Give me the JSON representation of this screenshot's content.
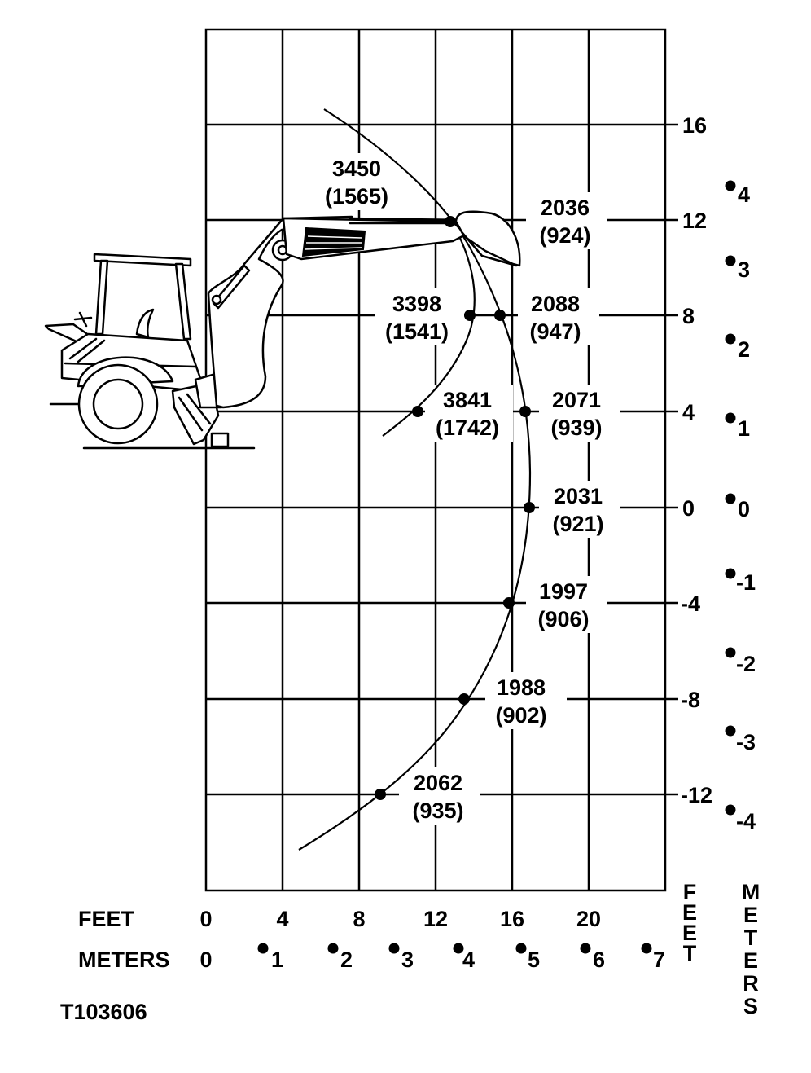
{
  "feet_axis": {
    "label": "FEET",
    "ticks": [
      "0",
      "4",
      "8",
      "12",
      "16",
      "20"
    ]
  },
  "meters_axis": {
    "label": "METERS",
    "zero": "0",
    "ticks": [
      "1",
      "2",
      "3",
      "4",
      "5",
      "6",
      "7"
    ]
  },
  "height_feet_ticks": [
    "16",
    "12",
    "8",
    "4",
    "0",
    "-4",
    "-8",
    "-12"
  ],
  "height_meters_ticks": [
    "4",
    "3",
    "2",
    "1",
    "0",
    "-1",
    "-2",
    "-3",
    "-4"
  ],
  "vertical_feet_label": "FEET",
  "vertical_meters_label": "METERS",
  "figure_id": "T103606",
  "capacity_points": [
    {
      "lbs": "3450",
      "kg": "(1565)"
    },
    {
      "lbs": "2036",
      "kg": "(924)"
    },
    {
      "lbs": "3398",
      "kg": "(1541)"
    },
    {
      "lbs": "2088",
      "kg": "(947)"
    },
    {
      "lbs": "3841",
      "kg": "(1742)"
    },
    {
      "lbs": "2071",
      "kg": "(939)"
    },
    {
      "lbs": "2031",
      "kg": "(921)"
    },
    {
      "lbs": "1997",
      "kg": "(906)"
    },
    {
      "lbs": "1988",
      "kg": "(902)"
    },
    {
      "lbs": "2062",
      "kg": "(935)"
    }
  ]
}
